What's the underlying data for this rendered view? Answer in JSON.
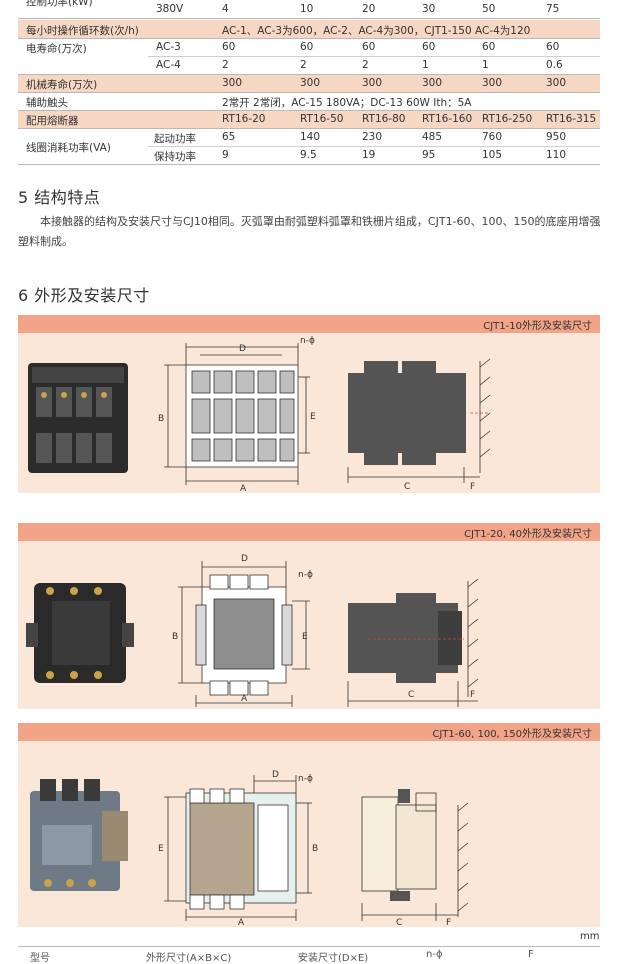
{
  "spec_table": {
    "rows": [
      {
        "label": "控制功率(kW)",
        "sub": "380V",
        "values": [
          "4",
          "10",
          "20",
          "30",
          "50",
          "75"
        ]
      },
      {
        "label": "每小时操作循环数(次/h)",
        "sub": "",
        "span_text": "AC-1、AC-3为600，AC-2、AC-4为300，CJT1-150 AC-4为120"
      },
      {
        "label": "电寿命(万次)",
        "sub": "AC-3",
        "values": [
          "60",
          "60",
          "60",
          "60",
          "60",
          "60"
        ]
      },
      {
        "label": "",
        "sub": "AC-4",
        "values": [
          "2",
          "2",
          "2",
          "1",
          "1",
          "0.6"
        ]
      },
      {
        "label": "机械寿命(万次)",
        "sub": "",
        "values": [
          "300",
          "300",
          "300",
          "300",
          "300",
          "300"
        ]
      },
      {
        "label": "辅助触头",
        "sub": "",
        "span_text": "2常开 2常闭，AC-15 180VA；DC-13 60W Ith：5A"
      },
      {
        "label": "配用熔断器",
        "sub": "",
        "values": [
          "RT16-20",
          "RT16-50",
          "RT16-80",
          "RT16-160",
          "RT16-250",
          "RT16-315"
        ]
      },
      {
        "label": "线圈消耗功率(VA)",
        "sub": "起动功率",
        "values": [
          "65",
          "140",
          "230",
          "485",
          "760",
          "950"
        ]
      },
      {
        "label": "",
        "sub": "保持功率",
        "values": [
          "9",
          "9.5",
          "19",
          "95",
          "105",
          "110"
        ]
      }
    ]
  },
  "section5": {
    "heading": "5 结构特点",
    "paragraph": "本接触器的结构及安装尺寸与CJ10相同。灭弧罩由耐弧塑料弧罩和铁栅片组成，CJT1-60、100、150的底座用增强塑料制成。"
  },
  "section6": {
    "heading": "6 外形及安装尺寸"
  },
  "panels": [
    {
      "title": "CJT1-10外形及安装尺寸",
      "dims": {
        "D": "D",
        "A": "A",
        "B": "B",
        "E": "E",
        "C": "C",
        "F": "F",
        "hole": "n-ϕ"
      }
    },
    {
      "title": "CJT1-20, 40外形及安装尺寸",
      "dims": {
        "D": "D",
        "A": "A",
        "B": "B",
        "E": "E",
        "C": "C",
        "F": "F",
        "hole": "n-ϕ"
      }
    },
    {
      "title": "CJT1-60, 100, 150外形及安装尺寸",
      "dims": {
        "D": "D",
        "A": "A",
        "B": "B",
        "E": "E",
        "C": "C",
        "F": "F",
        "hole": "n-ϕ"
      }
    }
  ],
  "unit": "mm",
  "footer": {
    "col1": "型号",
    "col2": "外形尺寸(A×B×C)",
    "col3": "安装尺寸(D×E)",
    "col4": "n-ϕ",
    "col5": "F"
  }
}
